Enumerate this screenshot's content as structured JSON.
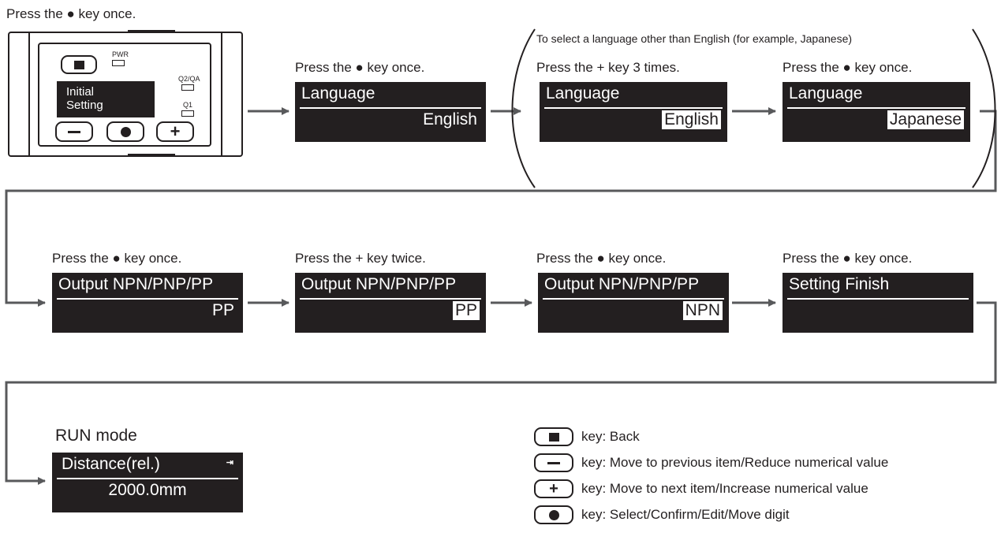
{
  "device": {
    "instruction": "Press the ● key once.",
    "pwr_label": "PWR",
    "q2_label": "Q2/QA",
    "q1_label": "Q1",
    "display_line1": "Initial",
    "display_line2": "Setting"
  },
  "row1": {
    "step1": {
      "instruction": "Press the ● key once.",
      "title": "Language",
      "value": "English"
    },
    "bracket_note": "To select a language other than English (for example, Japanese)",
    "step2": {
      "instruction": "Press the + key 3 times.",
      "title": "Language",
      "value": "English"
    },
    "step3": {
      "instruction": "Press the ● key once.",
      "title": "Language",
      "value": "Japanese"
    }
  },
  "row2": {
    "step1": {
      "instruction": "Press the ● key once.",
      "title": "Output NPN/PNP/PP",
      "value": "PP"
    },
    "step2": {
      "instruction": "Press the + key twice.",
      "title": "Output NPN/PNP/PP",
      "value": "PP"
    },
    "step3": {
      "instruction": "Press the ● key once.",
      "title": "Output NPN/PNP/PP",
      "value": "NPN"
    },
    "step4": {
      "instruction": "Press the ● key once.",
      "title": "Setting Finish",
      "value": ""
    }
  },
  "run": {
    "label": "RUN mode",
    "title": "Distance(rel.)",
    "value": "2000.0mm",
    "indicator_icon": "arrow-to-bar-icon"
  },
  "legend": [
    {
      "icon": "square-key-icon",
      "text": "key: Back"
    },
    {
      "icon": "minus-key-icon",
      "text": "key: Move to previous item/Reduce numerical value"
    },
    {
      "icon": "plus-key-icon",
      "text": "key: Move to next item/Increase numerical value"
    },
    {
      "icon": "circle-key-icon",
      "text": "key: Select/Confirm/Edit/Move digit"
    }
  ],
  "colors": {
    "ink": "#231f20",
    "arrow": "#58595b",
    "screen_bg": "#231f20"
  }
}
